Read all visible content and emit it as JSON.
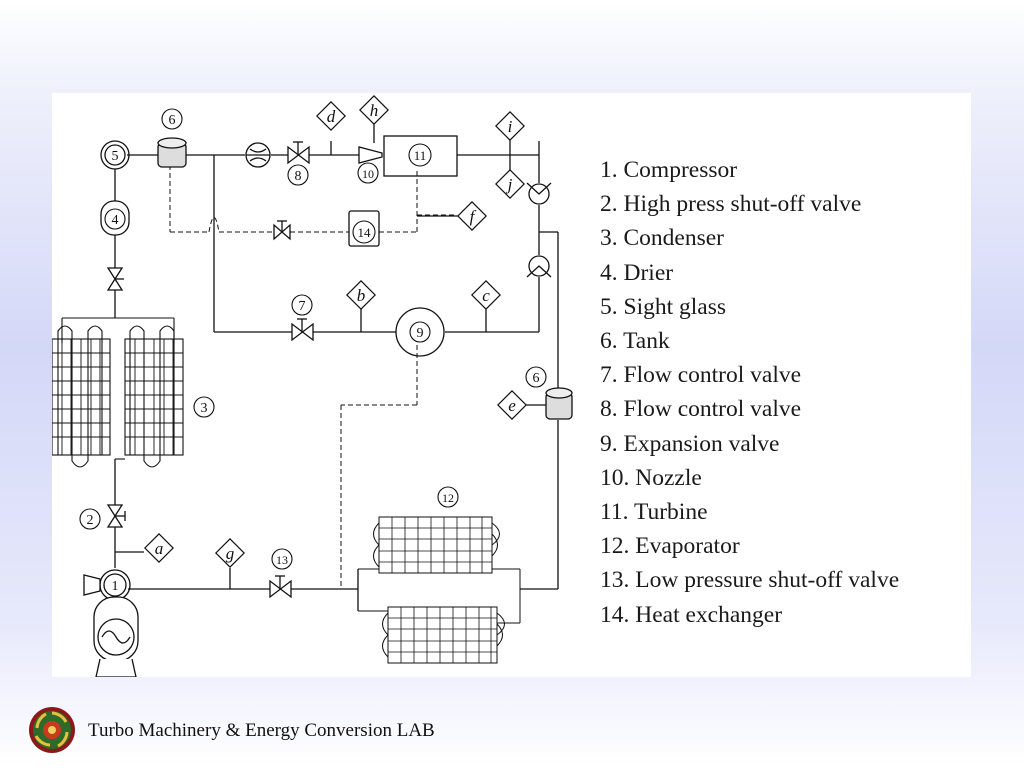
{
  "legend": [
    "1. Compressor",
    "2. High press shut-off valve",
    "3. Condenser",
    "4. Drier",
    "5. Sight glass",
    "6. Tank",
    "7. Flow control valve",
    "8. Flow control valve",
    "9. Expansion valve",
    "10. Nozzle",
    "11. Turbine",
    "12. Evaporator",
    "13. Low pressure shut-off valve",
    "14. Heat exchanger"
  ],
  "component_numbers": {
    "compressor": "1",
    "high_press_valve": "2",
    "condenser": "3",
    "drier": "4",
    "sight_glass": "5",
    "tank_top": "6",
    "tank_right": "6",
    "flow_valve_7": "7",
    "flow_valve_8": "8",
    "expansion_valve": "9",
    "nozzle": "10",
    "turbine": "11",
    "evaporator": "12",
    "low_press_valve": "13",
    "heat_exchanger": "14"
  },
  "sensor_letters": {
    "a": "a",
    "b": "b",
    "c": "c",
    "d": "d",
    "e": "e",
    "f": "f",
    "g": "g",
    "h": "h",
    "i": "i",
    "j": "j"
  },
  "footer": {
    "lab_name": "Turbo Machinery & Energy Conversion LAB",
    "logo_icon": "spiral-turbine-logo-icon"
  }
}
